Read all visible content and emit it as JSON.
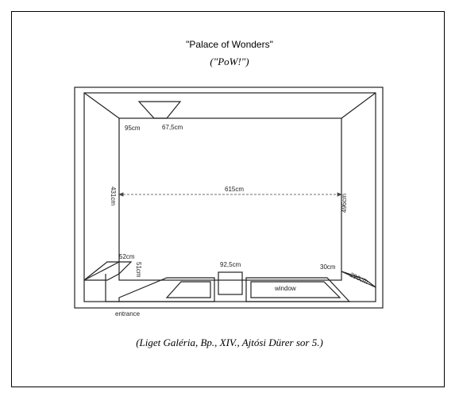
{
  "title": "\"Palace of Wonders\"",
  "subtitle": "(\"PoW!\")",
  "caption": "(Liget Galéria, Bp., XIV., Ajtósi Dürer sor 5.)",
  "labels": {
    "dim_95": "95cm",
    "dim_675": "67,5cm",
    "dim_431": "431cm",
    "dim_615": "615cm",
    "dim_496": "496cm",
    "dim_52": "52cm",
    "dim_51": "51cm",
    "dim_925": "92,5cm",
    "dim_30": "30cm",
    "dim_296": "296cm",
    "window": "window",
    "entrance": "entrance"
  }
}
